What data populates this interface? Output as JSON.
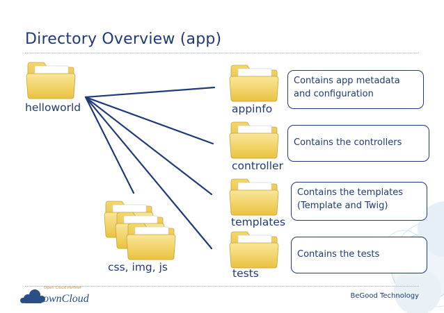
{
  "slide": {
    "title": "Directory Overview (app)",
    "footer": "BeGood Technology",
    "brand": {
      "tagline": "Open Cloud Partner",
      "wordmark": "ownCloud"
    }
  },
  "folders": {
    "helloworld": "helloworld",
    "appinfo": "appinfo",
    "controller": "controller",
    "templates": "templates",
    "tests": "tests",
    "assets": "css, img, js"
  },
  "callouts": {
    "appinfo": [
      "Contains app metadata",
      "and configuration"
    ],
    "controller": [
      "Contains the controllers"
    ],
    "templates": [
      "Contains the templates",
      "(Template and Twig)"
    ],
    "tests": [
      "Contains the tests"
    ]
  },
  "colors": {
    "accent": "#1f3a7a",
    "folder": "#f2d36a",
    "connector": "#1f3a7a",
    "brand_orange": "#d8892e"
  },
  "icons": [
    "folder-icon",
    "ownCloud-logo-icon",
    "decorative-circles"
  ]
}
